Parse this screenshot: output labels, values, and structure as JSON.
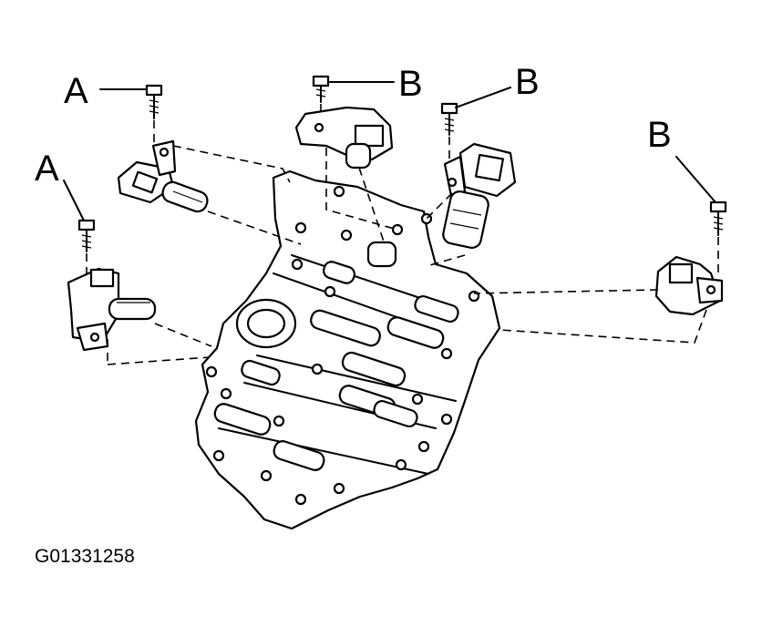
{
  "callouts": {
    "a_upper": "A",
    "a_lower": "A",
    "b_center": "B",
    "b_mid_right": "B",
    "b_far_right": "B"
  },
  "figure_id": "G01331258"
}
